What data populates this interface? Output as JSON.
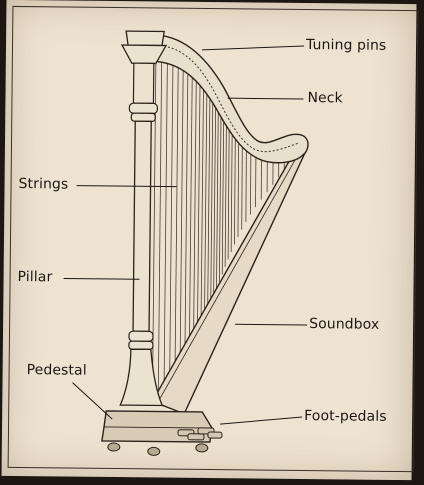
{
  "diagram": {
    "labels": {
      "tuning_pins": "Tuning pins",
      "neck": "Neck",
      "strings": "Strings",
      "pillar": "Pillar",
      "soundbox": "Soundbox",
      "pedestal": "Pedestal",
      "foot_pedals": "Foot-pedals"
    }
  }
}
